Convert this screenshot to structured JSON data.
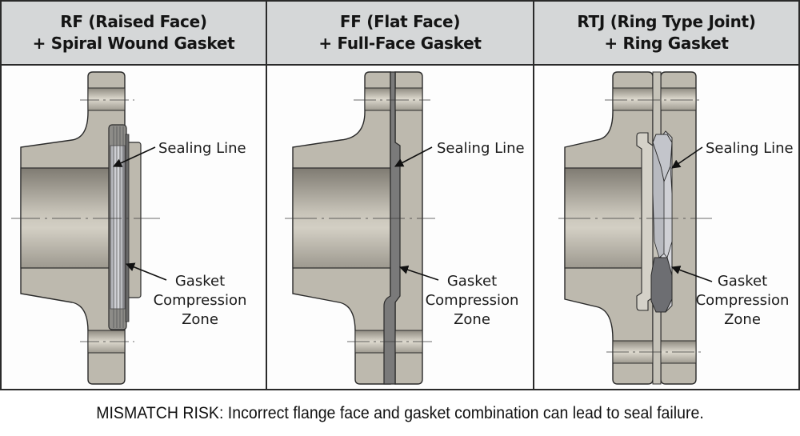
{
  "columns": [
    {
      "id": "rf",
      "title_line1": "RF (Raised Face)",
      "title_line2": "+ Spiral Wound Gasket",
      "label_sealing": "Sealing Line",
      "label_gasket_1": "Gasket",
      "label_gasket_2": "Compression",
      "label_gasket_3": "Zone"
    },
    {
      "id": "ff",
      "title_line1": "FF (Flat Face)",
      "title_line2": "+ Full-Face Gasket",
      "label_sealing": "Sealing Line",
      "label_gasket_1": "Gasket",
      "label_gasket_2": "Compression",
      "label_gasket_3": "Zone"
    },
    {
      "id": "rtj",
      "title_line1": "RTJ (Ring Type Joint)",
      "title_line2": "+ Ring Gasket",
      "label_sealing": "Sealing Line",
      "label_gasket_1": "Gasket",
      "label_gasket_2": "Compression",
      "label_gasket_3": "Zone"
    }
  ],
  "footer": {
    "text": "MISMATCH RISK: Incorrect flange face and gasket combination can lead to seal failure."
  },
  "colors": {
    "header_bg": "#d5d7d8",
    "flange_metal": "#bdb9ae",
    "bore_dark": "#8a867c",
    "gasket_dark": "#6f6f70",
    "ring_light": "#c9cbd0",
    "outline": "#2a2a2a"
  }
}
